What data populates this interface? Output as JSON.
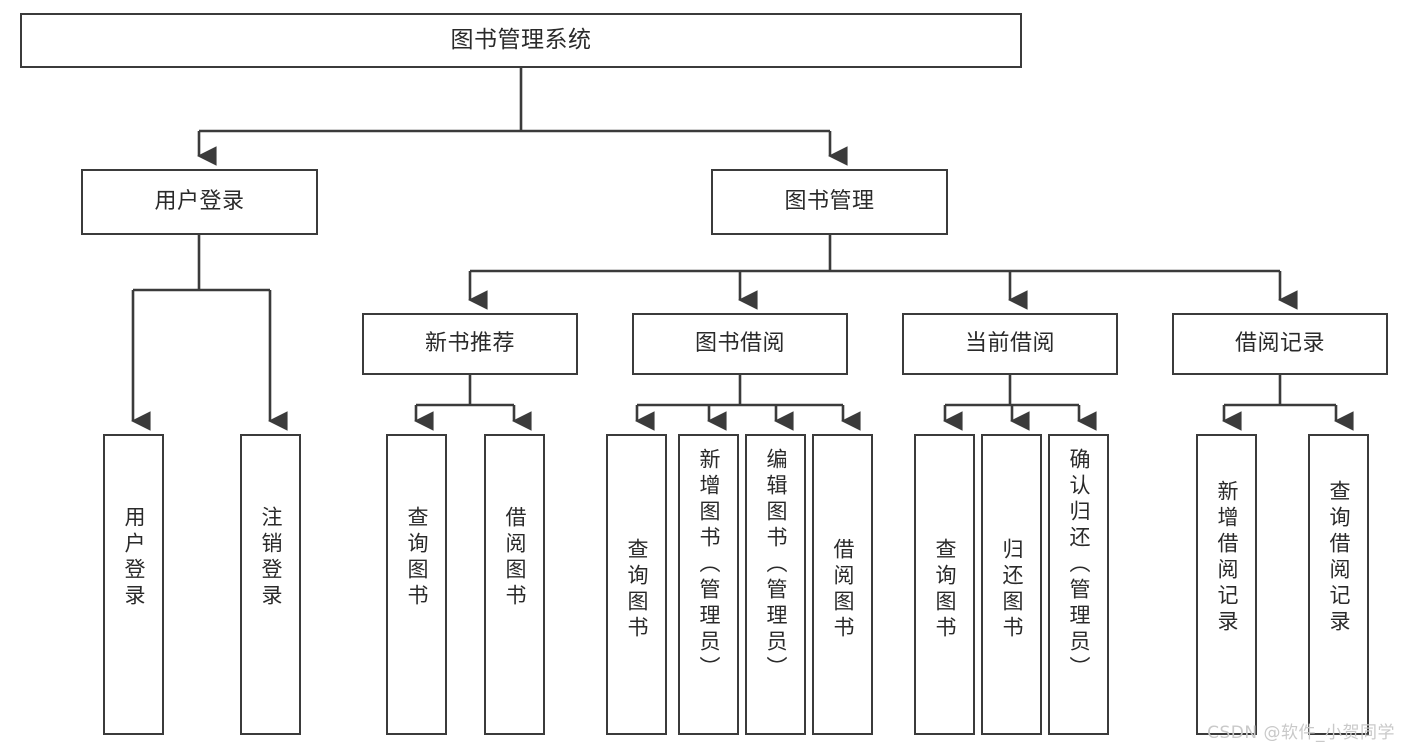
{
  "diagram": {
    "title": "图书管理系统",
    "type": "tree",
    "root": {
      "label": "图书管理系统",
      "children": [
        {
          "label": "用户登录",
          "children": [
            {
              "label": "用户登录"
            },
            {
              "label": "注销登录"
            }
          ]
        },
        {
          "label": "图书管理",
          "children": [
            {
              "label": "新书推荐",
              "children": [
                {
                  "label": "查询图书"
                },
                {
                  "label": "借阅图书"
                }
              ]
            },
            {
              "label": "图书借阅",
              "children": [
                {
                  "label": "查询图书"
                },
                {
                  "label": "新增图书（管理员）"
                },
                {
                  "label": "编辑图书（管理员）"
                },
                {
                  "label": "借阅图书"
                }
              ]
            },
            {
              "label": "当前借阅",
              "children": [
                {
                  "label": "查询图书"
                },
                {
                  "label": "归还图书"
                },
                {
                  "label": "确认归还（管理员）"
                }
              ]
            },
            {
              "label": "借阅记录",
              "children": [
                {
                  "label": "新增借阅记录"
                },
                {
                  "label": "查询借阅记录"
                }
              ]
            }
          ]
        }
      ]
    },
    "nodes": {
      "root": "图书管理系统",
      "l2_user_login": "用户登录",
      "l2_book_mgmt": "图书管理",
      "l3_new_book_rec": "新书推荐",
      "l3_book_borrow": "图书借阅",
      "l3_current_borrow": "当前借阅",
      "l3_borrow_record": "借阅记录",
      "leaf_user_login": "用户登录",
      "leaf_logout": "注销登录",
      "leaf_rec_query": "查询图书",
      "leaf_rec_borrow": "借阅图书",
      "leaf_borrow_query": "查询图书",
      "leaf_borrow_add": "新增图书（管理员）",
      "leaf_borrow_edit": "编辑图书（管理员）",
      "leaf_borrow_borrow": "借阅图书",
      "leaf_cur_query": "查询图书",
      "leaf_cur_return": "归还图书",
      "leaf_cur_confirm": "确认归还（管理员）",
      "leaf_rec_add": "新增借阅记录",
      "leaf_rec_query2": "查询借阅记录"
    },
    "colors": {
      "stroke": "#3b3b3b",
      "text": "#2a2a2a",
      "background": "#ffffff",
      "watermark": "#c9c9c9"
    }
  },
  "watermark": {
    "text": "CSDN @软件_小贺同学"
  }
}
